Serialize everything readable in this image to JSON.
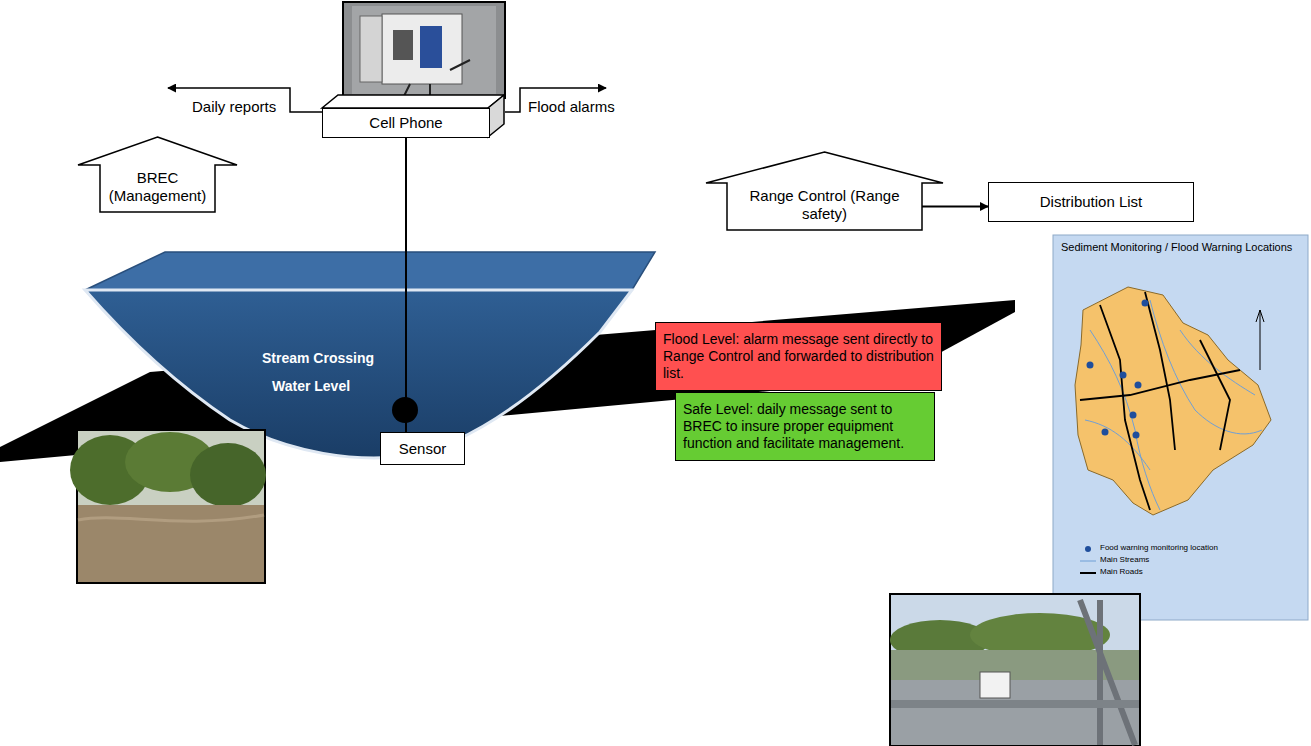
{
  "diagram": {
    "nodes": [
      {
        "text": [
          "BREC (Management)"
        ]
      },
      {
        "text": [
          "Cell Phone"
        ]
      },
      {
        "text": [
          "Range Control (Range safety)"
        ]
      },
      {
        "text": [
          "Distribution List"
        ]
      },
      {
        "text": [
          "Sensor"
        ]
      },
      {
        "text": [
          "Flood Level: alarm message sent directly to Range Control and forwarded to distribution list."
        ]
      },
      {
        "text": [
          "Safe Level: daily message sent to BREC to insure proper equipment function and facilitate management."
        ]
      },
      {
        "text": [
          "Sediment Monitoring / Flood Warning Locations"
        ]
      }
    ],
    "edges": [
      {
        "from": 2,
        "to": 3,
        "arrow": "to"
      },
      {
        "from": 1,
        "to": 4,
        "arrow": "none"
      }
    ],
    "labels": [
      "Daily reports",
      "Flood alarms",
      "Stream Crossing",
      "Water Level"
    ],
    "legend": [
      {
        "text": "Food warning monitoring location"
      },
      {
        "text": "Main Streams"
      },
      {
        "text": "Main Roads"
      }
    ]
  }
}
